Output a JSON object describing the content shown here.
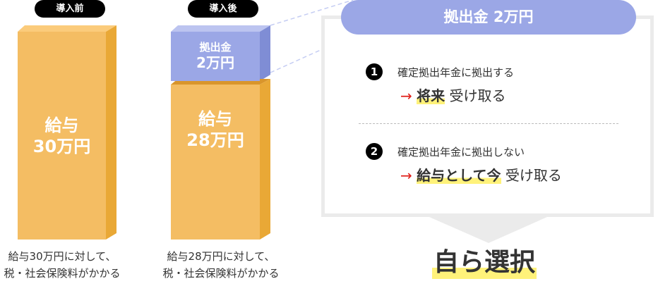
{
  "before": {
    "label": "導入前",
    "bar_line1": "給与",
    "bar_line2": "30万円",
    "caption_line1": "給与30万円に対して、",
    "caption_line2": "税・社会保険料がかかる"
  },
  "after": {
    "label": "導入後",
    "contrib_line1": "拠出金",
    "contrib_line2": "2万円",
    "bar_line1": "給与",
    "bar_line2": "28万円",
    "caption_line1": "給与28万円に対して、",
    "caption_line2": "税・社会保険料がかかる"
  },
  "panel": {
    "title": "拠出金 2万円",
    "options": [
      {
        "num": "1",
        "text": "確定拠出年金に拠出する",
        "arrow": "→",
        "highlight": "将来",
        "rest": "受け取る"
      },
      {
        "num": "2",
        "text": "確定拠出年金に拠出しない",
        "arrow": "→",
        "highlight": "給与として今",
        "rest": "受け取る"
      }
    ]
  },
  "conclusion": "自ら選択",
  "colors": {
    "orange": "#f4bd63",
    "blue": "#9ba7e6",
    "highlight": "#fff27a",
    "arrow": "#e0201a"
  }
}
